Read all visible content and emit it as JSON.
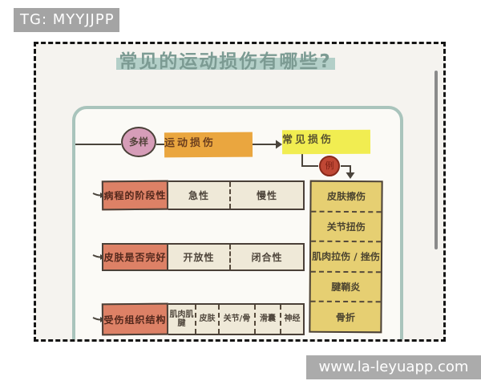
{
  "watermarks": {
    "top_badge": "TG: MYYJJPP",
    "bottom_badge": "www.la-leyuapp.com"
  },
  "title": "常见的运动损伤有哪些?",
  "mindmap": {
    "root_node": "多样",
    "topic_node": "运动损伤",
    "subtopic_node": "常见损伤",
    "example_marker": "例",
    "rows": [
      {
        "label": "病程的阶段性",
        "values": [
          "急性",
          "慢性"
        ]
      },
      {
        "label": "皮肤是否完好",
        "values": [
          "开放性",
          "闭合性"
        ]
      },
      {
        "label": "受伤组织结构",
        "values": [
          "肌肉肌腱",
          "皮肤",
          "关节/骨",
          "滑囊",
          "神经"
        ]
      }
    ],
    "injuries": [
      "皮肤擦伤",
      "关节扭伤",
      "肌肉拉伤 / 挫伤",
      "腱鞘炎",
      "骨折"
    ]
  },
  "colors": {
    "title_text": "#7c9b93",
    "title_highlight": "#b3cfc8",
    "card_border": "#a9c4bc",
    "root_ellipse": "#d69db8",
    "topic_box": "#eaa63f",
    "subtopic_box": "#f1ed51",
    "example_circle": "#bf4734",
    "row_label": "#dd8166",
    "row_value": "#efe9d8",
    "injury_column": "#e6cf72",
    "badge_gray": "#a4a4a4"
  }
}
